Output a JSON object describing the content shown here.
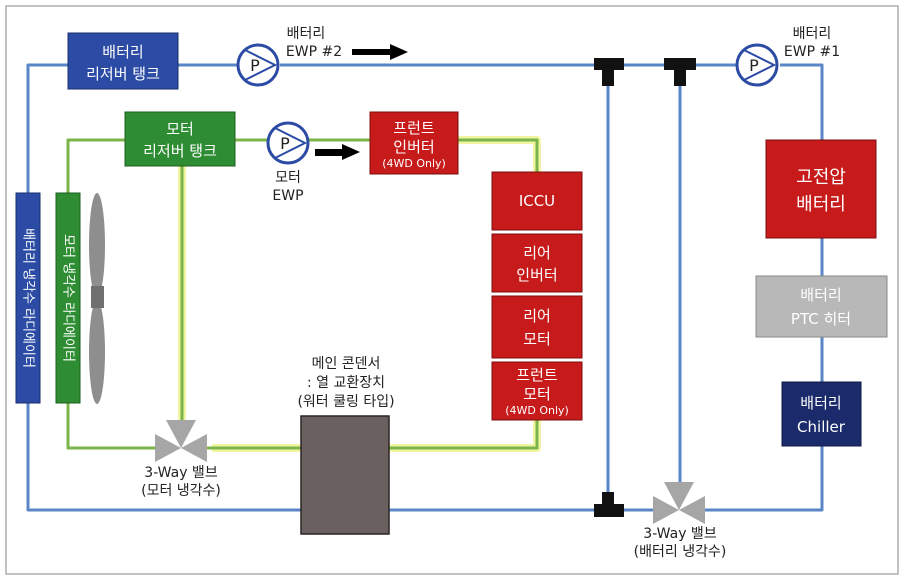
{
  "colors": {
    "battery_loop": "#5a86c8",
    "motor_loop": "#7bb44a",
    "glow": "#f1f4a0",
    "blue_box": "#2b4ba5",
    "green_box": "#2e8d33",
    "red_box": "#c71a1a",
    "navy_box": "#1b2a6a",
    "grey_box": "#b8b8b8",
    "heat_exchanger": "#6a6060",
    "valve": "#a6a6a6",
    "tee": "#111111",
    "arrow": "#000000",
    "frame": "#9a9a9a"
  },
  "components": {
    "battery_reservoir": {
      "line1": "배터리",
      "line2": "리저버 탱크"
    },
    "motor_reservoir": {
      "line1": "모터",
      "line2": "리저버 탱크"
    },
    "front_inverter": {
      "line1": "프런트",
      "line2": "인버터",
      "line3": "(4WD Only)"
    },
    "iccu": {
      "line1": "ICCU"
    },
    "rear_inverter": {
      "line1": "리어",
      "line2": "인버터"
    },
    "rear_motor": {
      "line1": "리어",
      "line2": "모터"
    },
    "front_motor": {
      "line1": "프런트",
      "line2": "모터",
      "line3": "(4WD Only)"
    },
    "hv_battery": {
      "line1": "고전압",
      "line2": "배터리"
    },
    "ptc_heater": {
      "line1": "배터리",
      "line2": "PTC 히터"
    },
    "chiller": {
      "line1": "배터리",
      "line2": "Chiller"
    },
    "battery_radiator": {
      "label": "배터리 냉각수 라디에이터"
    },
    "motor_radiator": {
      "label": "모터 냉각수 라디에이터"
    }
  },
  "pumps": {
    "symbol": "P",
    "ewp2": {
      "line1": "배터리",
      "line2": "EWP #2"
    },
    "ewp1": {
      "line1": "배터리",
      "line2": "EWP #1"
    },
    "motor_ewp": {
      "line1": "모터",
      "line2": "EWP"
    }
  },
  "condenser": {
    "line1": "메인 콘덴서",
    "line2": ": 열 교환장치",
    "line3": "(워터 쿨링 타입)"
  },
  "valves": {
    "motor": {
      "line1": "3-Way 밸브",
      "line2": "(모터 냉각수)"
    },
    "battery": {
      "line1": "3-Way 밸브",
      "line2": "(배터리 냉각수)"
    }
  }
}
